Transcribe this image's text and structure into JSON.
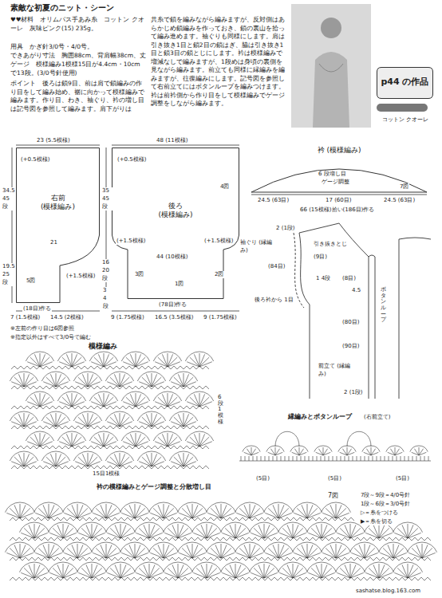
{
  "diagram": {
    "title": "素敵な初夏のニット・シーン",
    "nodes": [
      {
        "text": [
          "右前",
          "(模様編み)"
        ]
      },
      {
        "text": [
          "後ろ",
          "(模様編み)"
        ]
      },
      {
        "text": [
          "衿 (模様編み)"
        ]
      },
      {
        "text": [
          "p44 の作品"
        ]
      }
    ],
    "labels": [
      "♥♥材料　オリムパス手あみ糸　コットン クオーレ　灰味ピンク(15) 235g。",
      "用具　かぎ針3/0号・4/0号。",
      "できあがり寸法　胸囲88cm、背肩幅38cm、丈54cm。",
      "ゲージ　模様編み1模様15目が4.4cm・10cmで13段。(3/0号針使用)",
      "ポイント　後ろは鎖9目、前は肩で鎖編みの作り目をして編み始め、裾に向かって模様編みで編みます。作り目、わき、袖ぐり、衿の増し目は記号図を参照して編みます。肩下がりは",
      "共糸で鎖を編みながら編みますが、反対側はあらかじめ鎖編みを作っておき、鎖の裏山を拾って編み進めます。袖ぐりも同様にします。肩は引き抜き1目と鎖2目の鎖はぎ、脇は引き抜き1目と鎖3目の鎖とじにします。衿は模様編みで増減なしで編みますが、1段めは身頃の裏側を見ながら編みます。前立ても同様に縁編みを編みますが、往復編みにします。記号図を参照して右前立てにはボタンループを編みつけます。衿は前衿側から作り目をして模様編みでゲージ調整をしながら編みます。",
      "23 (5.5模様)",
      "48 (11模様)",
      "(+0.5模様)",
      "34.5 45 段",
      "21",
      "(+1.5模様)",
      "5図",
      "19.5 25 段",
      "(18目)作る",
      "7 (1.5模様)",
      "14.5 (2模様)",
      "※左前の作り目は6図参照",
      "※指定以外はすべて3/0号で編む",
      "(+0.5模様)",
      "4図",
      "35 45 段",
      "(+1.5模様)",
      "(+1.5模様)",
      "44 (10模様)",
      "3図",
      "2図",
      "16 20 段",
      "1図",
      "3 4 段",
      "(78目)作る",
      "9 (1.75模様)",
      "16.5 (3.5模様)",
      "9 (1.75模様)",
      "6 段増し目",
      "ゲージ調整",
      "7図",
      "24.5 (63目)",
      "17 (60目)",
      "24.5 (63目)",
      "66 (15模様)拾い(186目)作る",
      "袖ぐり (縁編み)",
      "(84目)",
      "(9目)",
      "2 (1段)",
      "引き抜きとじ",
      "1 4段",
      "後ろ衿から 1目",
      "(8目)",
      "4.5",
      "(80目)",
      "(90目)",
      "ボタンループ",
      "前立て (縁編み)",
      "2 (1段)",
      "模様編み",
      "6段1模様",
      "15目1模様",
      "縁編みとボタンループ",
      "(右前立て)",
      "(5目)",
      "(5目)",
      "(5目)",
      "衿の模様編みとゲージ調整と分散増し目",
      "7図",
      "sashatse.blog.163.com",
      "コットン クオーレ"
    ],
    "legend": [
      {
        "text": "7段～9段＝4/0号針"
      },
      {
        "text": "1段～6段＝3/0号針"
      },
      {
        "text": "▷＝糸をつける"
      },
      {
        "text": "▶＝糸を切る"
      }
    ]
  }
}
